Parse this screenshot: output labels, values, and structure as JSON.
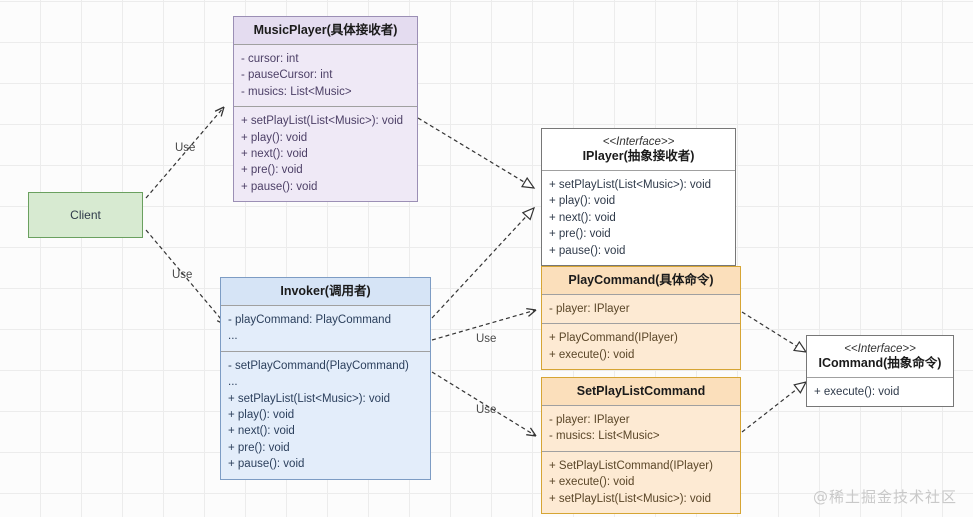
{
  "diagram": {
    "title_watermark": "@稀土掘金技术社区",
    "edge_labels": {
      "client_to_musicplayer": "Use",
      "client_to_invoker": "Use",
      "invoker_to_playcommand": "Use",
      "invoker_to_setplaylistcommand": "Use"
    },
    "colors": {
      "musicplayer_fill": "#efe9f6",
      "invoker_fill": "#e3edfa",
      "command_fill": "#fdead3",
      "interface_fill": "#ffffff",
      "client_fill": "#d7ead1"
    }
  },
  "nodes": {
    "client": {
      "name": "Client"
    },
    "musicplayer": {
      "stereotype": "",
      "name": "MusicPlayer(具体接收者)",
      "attributes": [
        "- cursor: int",
        "- pauseCursor: int",
        "- musics: List<Music>"
      ],
      "methods": [
        "+ setPlayList(List<Music>): void",
        "+ play(): void",
        "+ next(): void",
        "+ pre(): void",
        "+ pause(): void"
      ]
    },
    "iplayer": {
      "stereotype": "<<Interface>>",
      "name": "IPlayer(抽象接收者)",
      "methods": [
        "+ setPlayList(List<Music>): void",
        "+ play(): void",
        "+ next(): void",
        "+ pre(): void",
        "+ pause(): void"
      ]
    },
    "invoker": {
      "stereotype": "",
      "name": "Invoker(调用者)",
      "attributes": [
        "- playCommand: PlayCommand",
        "..."
      ],
      "methods": [
        "- setPlayCommand(PlayCommand)",
        "...",
        "+ setPlayList(List<Music>): void",
        "+ play(): void",
        "+ next(): void",
        "+ pre(): void",
        "+ pause(): void"
      ]
    },
    "playcommand": {
      "stereotype": "",
      "name": "PlayCommand(具体命令)",
      "attributes": [
        "- player: IPlayer"
      ],
      "methods": [
        "+ PlayCommand(IPlayer)",
        "+ execute(): void"
      ]
    },
    "setplaylistcommand": {
      "stereotype": "",
      "name": "SetPlayListCommand",
      "attributes": [
        "- player: IPlayer",
        "- musics: List<Music>"
      ],
      "methods": [
        "+ SetPlayListCommand(IPlayer)",
        "+ execute(): void",
        "+ setPlayList(List<Music>): void"
      ]
    },
    "icommand": {
      "stereotype": "<<Interface>>",
      "name": "ICommand(抽象命令)",
      "methods": [
        "+ execute(): void"
      ]
    }
  }
}
